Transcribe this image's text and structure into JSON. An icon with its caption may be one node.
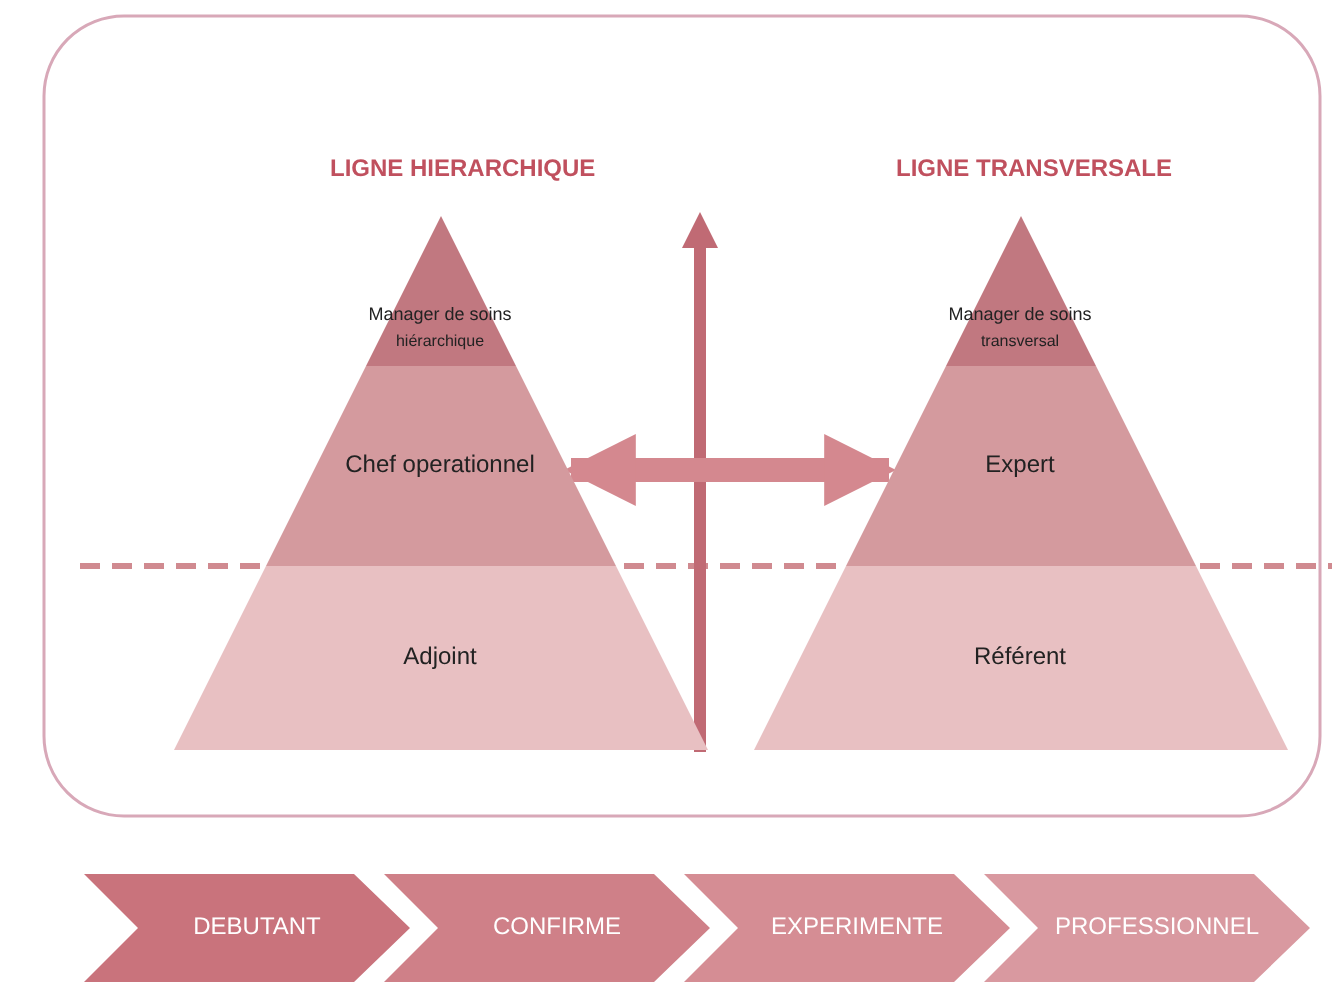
{
  "diagram": {
    "nodes": [
      {
        "text": [
          "Manager de soins",
          "hiérarchique"
        ]
      },
      {
        "text": [
          "Chef operationnel"
        ]
      },
      {
        "text": [
          "Adjoint"
        ]
      },
      {
        "text": [
          "Manager de soins",
          "transversal"
        ]
      },
      {
        "text": [
          "Expert"
        ]
      },
      {
        "text": [
          "Référent"
        ]
      },
      {
        "text": [
          "DEBUTANT"
        ]
      },
      {
        "text": [
          "CONFIRME"
        ]
      },
      {
        "text": [
          "EXPERIMENTE"
        ]
      },
      {
        "text": [
          "PROFESSIONNEL"
        ]
      }
    ],
    "edges": [
      {
        "from": 1,
        "to": 4,
        "arrow": "both"
      }
    ],
    "labels": [
      "LIGNE HIERARCHIQUE",
      "LIGNE TRANSVERSALE"
    ]
  }
}
